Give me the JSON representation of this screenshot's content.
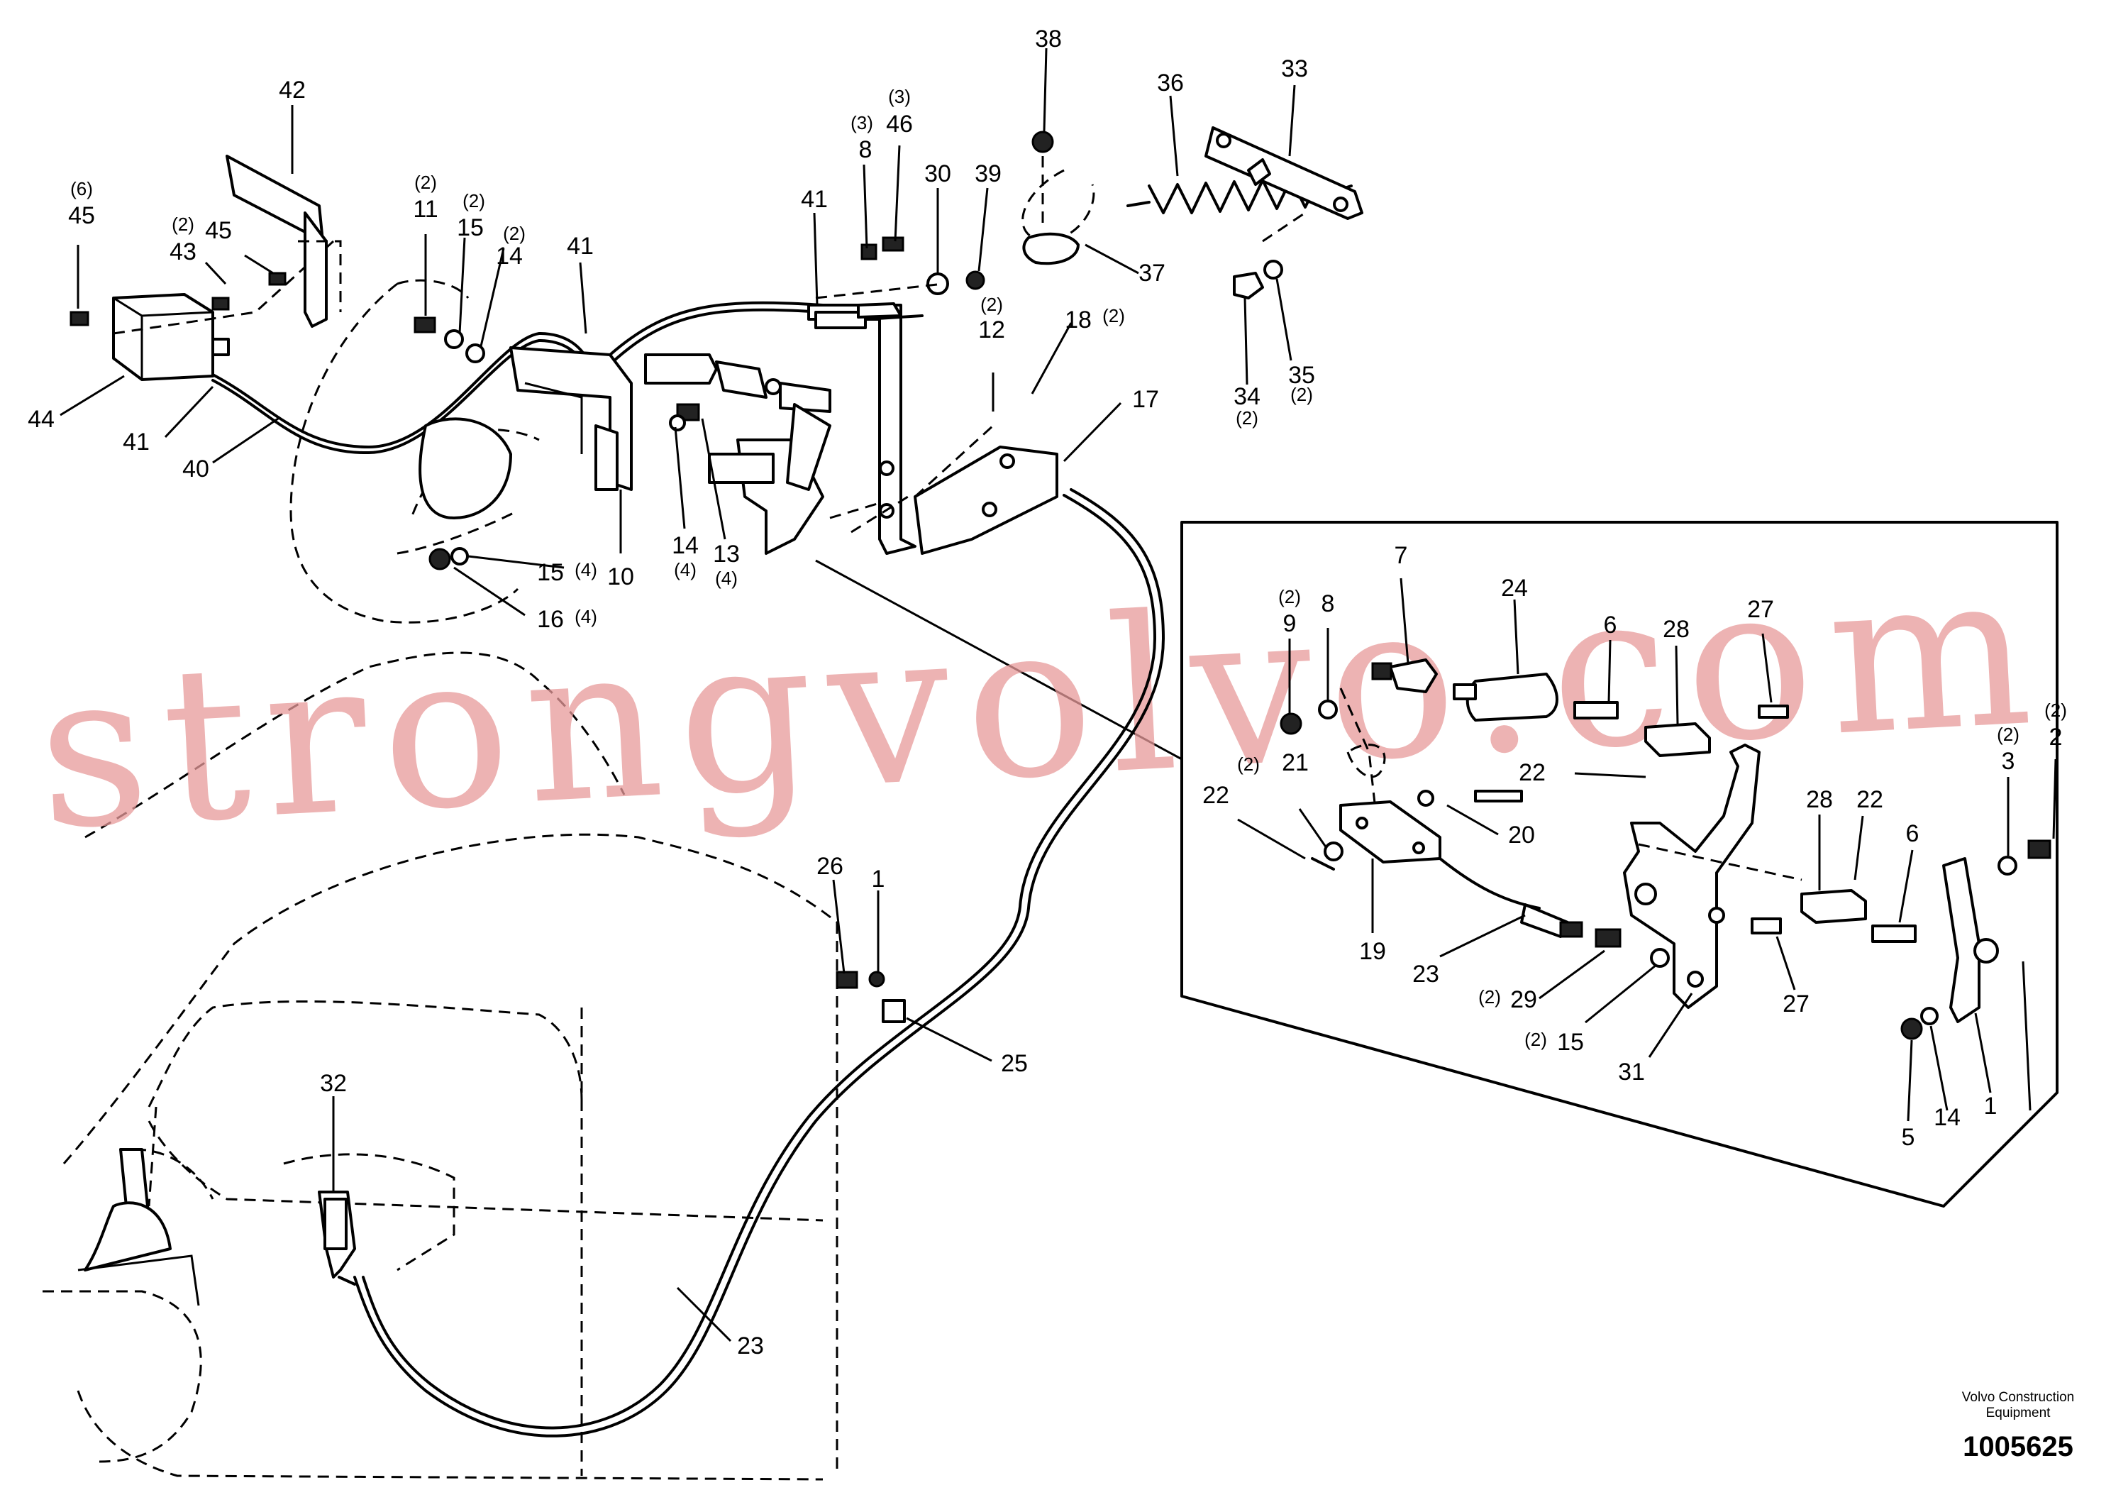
{
  "watermark": "strongvolvo.com",
  "footer": {
    "company_line1": "Volvo Construction",
    "company_line2": "Equipment",
    "drawing_number": "1005625"
  },
  "callouts": [
    {
      "id": "c38",
      "num": "38"
    },
    {
      "id": "c36",
      "num": "36"
    },
    {
      "id": "c33",
      "num": "33"
    },
    {
      "id": "c42",
      "num": "42"
    },
    {
      "id": "c46",
      "num": "46",
      "qty": "(3)"
    },
    {
      "id": "c8a",
      "num": "8",
      "qty": "(3)"
    },
    {
      "id": "c45a",
      "num": "45",
      "qty": "(6)"
    },
    {
      "id": "c43",
      "num": "43",
      "qty": "(2)"
    },
    {
      "id": "c45b",
      "num": "45"
    },
    {
      "id": "c11",
      "num": "11",
      "qty": "(2)"
    },
    {
      "id": "c15a",
      "num": "15",
      "qty": "(2)"
    },
    {
      "id": "c14a",
      "num": "14",
      "qty": "(2)"
    },
    {
      "id": "c41a",
      "num": "41"
    },
    {
      "id": "c41b",
      "num": "41"
    },
    {
      "id": "c30",
      "num": "30"
    },
    {
      "id": "c39",
      "num": "39"
    },
    {
      "id": "c37",
      "num": "37"
    },
    {
      "id": "c12",
      "num": "12",
      "qty": "(2)"
    },
    {
      "id": "c18",
      "num": "18",
      "qty": "(2)"
    },
    {
      "id": "c34",
      "num": "34",
      "qty": "(2)"
    },
    {
      "id": "c35",
      "num": "35",
      "qty": "(2)"
    },
    {
      "id": "c17",
      "num": "17"
    },
    {
      "id": "c44",
      "num": "44"
    },
    {
      "id": "c41c",
      "num": "41"
    },
    {
      "id": "c40",
      "num": "40"
    },
    {
      "id": "c14b",
      "num": "14",
      "qty": "(4)"
    },
    {
      "id": "c13",
      "num": "13",
      "qty": "(4)"
    },
    {
      "id": "c10",
      "num": "10"
    },
    {
      "id": "c15b",
      "num": "15",
      "qty": "(4)"
    },
    {
      "id": "c16",
      "num": "16",
      "qty": "(4)"
    },
    {
      "id": "c7",
      "num": "7"
    },
    {
      "id": "c24",
      "num": "24"
    },
    {
      "id": "c9",
      "num": "9",
      "qty": "(2)"
    },
    {
      "id": "c8b",
      "num": "8"
    },
    {
      "id": "c6a",
      "num": "6"
    },
    {
      "id": "c28a",
      "num": "28"
    },
    {
      "id": "c27a",
      "num": "27"
    },
    {
      "id": "c2",
      "num": "2",
      "qty": "(2)"
    },
    {
      "id": "c3",
      "num": "3",
      "qty": "(2)"
    },
    {
      "id": "c21",
      "num": "21",
      "qty": "(2)"
    },
    {
      "id": "c22a",
      "num": "22"
    },
    {
      "id": "c22b",
      "num": "22"
    },
    {
      "id": "c20",
      "num": "20"
    },
    {
      "id": "c28b",
      "num": "28"
    },
    {
      "id": "c22c",
      "num": "22"
    },
    {
      "id": "c6b",
      "num": "6"
    },
    {
      "id": "c19",
      "num": "19"
    },
    {
      "id": "c23a",
      "num": "23"
    },
    {
      "id": "c29",
      "num": "29",
      "qty": "(2)"
    },
    {
      "id": "c15c",
      "num": "15",
      "qty": "(2)"
    },
    {
      "id": "c27b",
      "num": "27"
    },
    {
      "id": "c31",
      "num": "31"
    },
    {
      "id": "c5",
      "num": "5"
    },
    {
      "id": "c14c",
      "num": "14"
    },
    {
      "id": "c1a",
      "num": "1"
    },
    {
      "id": "c26",
      "num": "26"
    },
    {
      "id": "c1b",
      "num": "1"
    },
    {
      "id": "c25",
      "num": "25"
    },
    {
      "id": "c32",
      "num": "32"
    },
    {
      "id": "c23b",
      "num": "23"
    }
  ]
}
